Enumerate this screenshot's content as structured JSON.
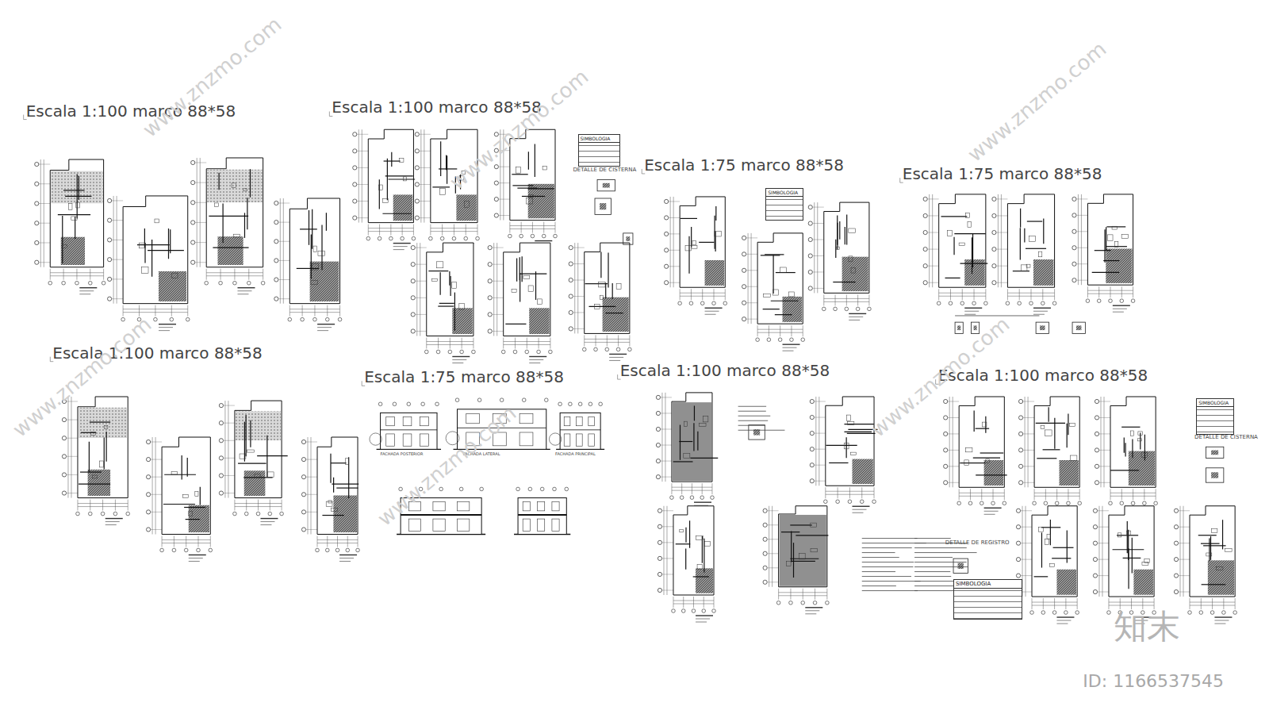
{
  "diagram": {
    "nodes": [
      {
        "text": [
          "SIMBOLOGIA"
        ]
      },
      {
        "text": [
          "SIMBOLOGIA"
        ]
      },
      {
        "text": [
          "SIMBOLOGIA"
        ]
      },
      {
        "text": [
          "SIMBOLOGIA"
        ]
      }
    ],
    "labels": [
      "Escala 1:100 marco 88*58",
      "Escala 1:100 marco 88*58",
      "Escala 1:75 marco 88*58",
      "Escala 1:75 marco 88*58",
      "Escala 1:100 marco 88*58",
      "Escala 1:75 marco 88*58",
      "Escala 1:100 marco 88*58",
      "Escala 1:100 marco 88*58",
      "DETALLE DE CISTERNA",
      "DETALLE DE CISTERNA",
      "FACHADA POSTERIOR",
      "FACHADA LATERAL",
      "FACHADA PRINCIPAL",
      "DETALLE DE REGISTRO",
      "知末",
      "ID: 1166537545",
      "www.znzmo.com",
      "www.znzmo.com",
      "www.znzmo.com",
      "www.znzmo.com",
      "www.znzmo.com",
      "www.znzmo.com"
    ]
  }
}
